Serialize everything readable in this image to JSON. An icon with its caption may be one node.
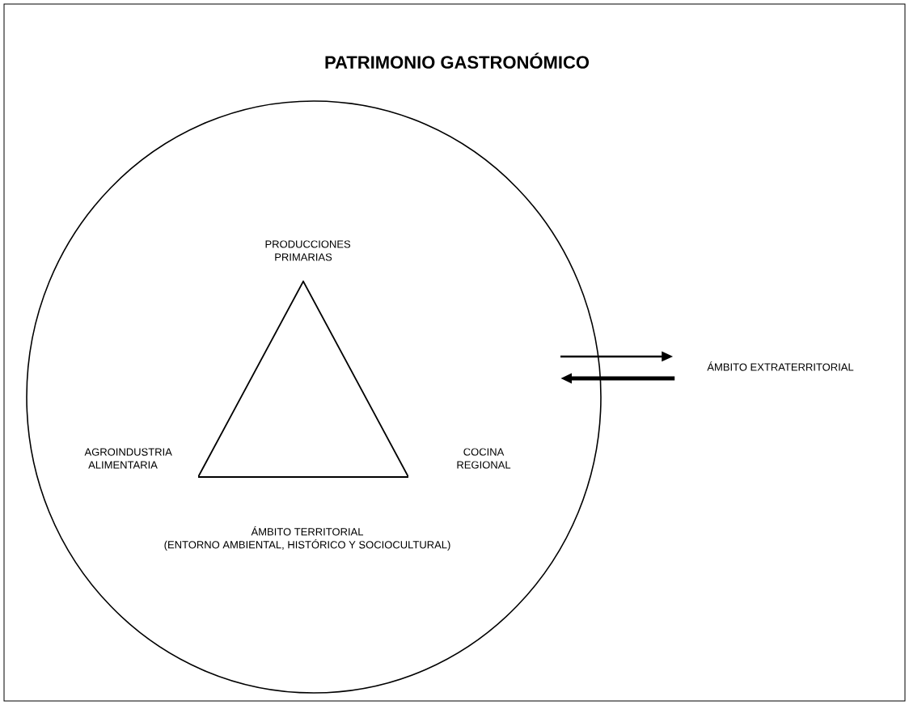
{
  "diagram": {
    "title": "PATRIMONIO GASTRONÓMICO",
    "nodes": [
      {
        "text": [
          "ÁMBITO TERRITORIAL",
          "(ENTORNO AMBIENTAL, HISTÓRICO Y SOCIOCULTURAL)"
        ]
      },
      {
        "text": [],
        "shape": "triangle",
        "in": 0
      },
      {
        "text": [
          "ÁMBITO EXTRATERRITORIAL"
        ]
      }
    ],
    "edges": [
      {
        "from": 0,
        "to": 2,
        "arrow": "to"
      },
      {
        "from": 2,
        "to": 0,
        "arrow": "to",
        "style": "thick"
      }
    ],
    "labels": [
      "PRODUCCIONES PRIMARIAS",
      "AGROINDUSTRIA ALIMENTARIA",
      "COCINA REGIONAL"
    ]
  }
}
